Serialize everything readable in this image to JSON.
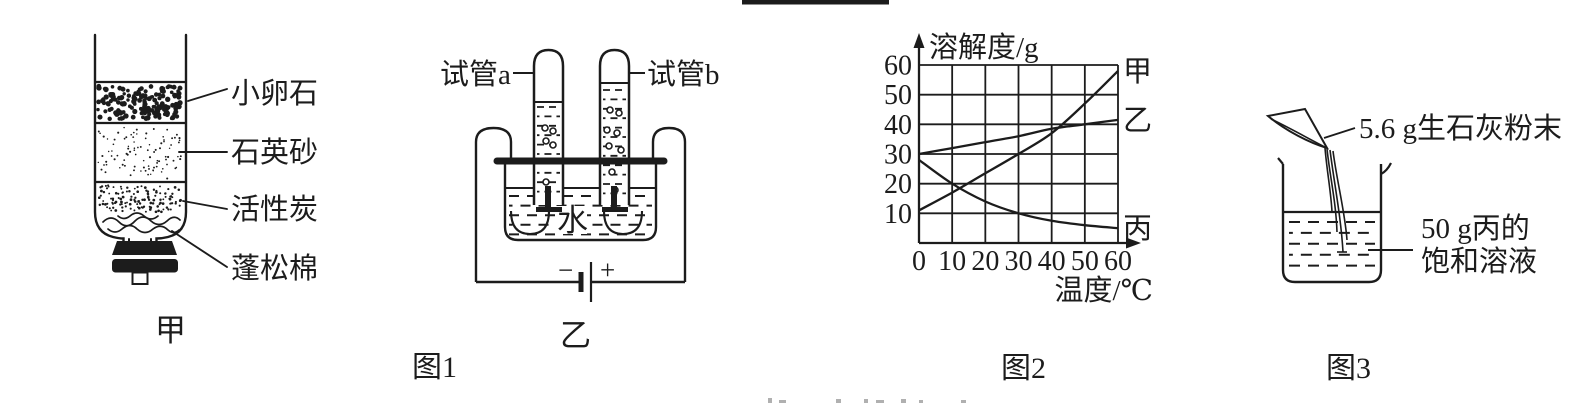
{
  "colors": {
    "ink": "#1c1c1c",
    "paper": "#ffffff",
    "faint": "#b0b0b0"
  },
  "captions": {
    "fig1": "图1",
    "fig2": "图2",
    "fig3": "图3"
  },
  "figure_jia": {
    "caption": "甲",
    "labels": [
      {
        "text": "小卵石"
      },
      {
        "text": "石英砂"
      },
      {
        "text": "活性炭"
      },
      {
        "text": "蓬松棉"
      }
    ]
  },
  "figure_yi": {
    "caption": "乙",
    "tube_a_label": "试管a",
    "tube_b_label": "试管b",
    "water_label": "水",
    "battery_minus": "−",
    "battery_plus": "+"
  },
  "chart_data": {
    "type": "line",
    "title": "",
    "ylabel": "溶解度/g",
    "xlabel": "温度/℃",
    "xlim": [
      0,
      60
    ],
    "ylim": [
      0,
      60
    ],
    "grid": true,
    "x_ticks": [
      0,
      10,
      20,
      30,
      40,
      50,
      60
    ],
    "y_ticks": [
      10,
      20,
      30,
      40,
      50,
      60
    ],
    "x": [
      0,
      10,
      20,
      30,
      40,
      50,
      60
    ],
    "series": [
      {
        "name": "甲",
        "values": [
          11,
          17,
          23.5,
          30,
          37,
          47,
          58
        ]
      },
      {
        "name": "乙",
        "values": [
          30,
          32,
          34,
          36,
          38.5,
          40,
          41.5
        ]
      },
      {
        "name": "丙",
        "values": [
          28,
          20,
          14,
          10,
          7.5,
          6,
          5
        ]
      }
    ],
    "legend_position": "right-of-curve-ends"
  },
  "figure3": {
    "caption": "图3",
    "powder_label": "5.6 g生石灰粉末",
    "solution_label_1": "50 g丙的",
    "solution_label_2": "饱和溶液"
  }
}
